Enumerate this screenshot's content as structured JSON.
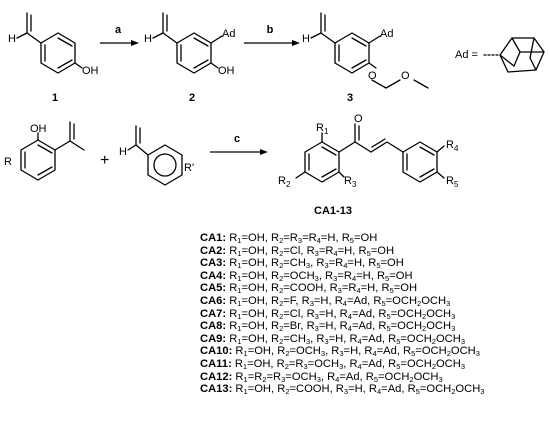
{
  "compounds": {
    "c1": "1",
    "c2": "2",
    "c3": "3",
    "product": "CA1-13",
    "ad_label": "Ad ="
  },
  "reagents": {
    "a": "a",
    "b": "b",
    "c": "c"
  },
  "atoms": {
    "H": "H",
    "OH": "OH",
    "O": "O",
    "Ad": "Ad",
    "R": "R",
    "Rprime": "R'",
    "plus": "+",
    "R1": "R1",
    "R2": "R2",
    "R3": "R3",
    "R4": "R4",
    "R5": "R5"
  },
  "list": [
    {
      "tag": "CA1:",
      "text": "R1=OH, R2=R3=R4=H, R5=OH"
    },
    {
      "tag": "CA2:",
      "text": "R1=OH, R2=Cl, R3=R4=H, R5=OH"
    },
    {
      "tag": "CA3:",
      "text": "R1=OH, R2=CH3, R3=R4=H, R5=OH"
    },
    {
      "tag": "CA4:",
      "text": "R1=OH, R2=OCH3, R3=R4=H, R5=OH"
    },
    {
      "tag": "CA5:",
      "text": "R1=OH, R2=COOH, R3=R4=H, R5=OH"
    },
    {
      "tag": "CA6:",
      "text": "R1=OH, R2=F, R3=H, R4=Ad, R5=OCH2OCH3"
    },
    {
      "tag": "CA7:",
      "text": "R1=OH, R2=Cl, R3=H, R4=Ad, R5=OCH2OCH3"
    },
    {
      "tag": "CA8:",
      "text": "R1=OH, R2=Br, R3=H, R4=Ad, R5=OCH2OCH3"
    },
    {
      "tag": "CA9:",
      "text": "R1=OH, R2=CH3, R3=H, R4=Ad, R5=OCH2OCH3"
    },
    {
      "tag": "CA10:",
      "text": "R1=OH, R2=OCH3, R3=H, R4=Ad, R5=OCH2OCH3"
    },
    {
      "tag": "CA11:",
      "text": "R1=OH, R2=R3=OCH3, R4=Ad, R5=OCH2OCH3"
    },
    {
      "tag": "CA12:",
      "text": "R1=R2=R3=OCH3, R4=Ad, R5=OCH2OCH3"
    },
    {
      "tag": "CA13:",
      "text": "R1=OH, R2=COOH, R3=H, R4=Ad, R5=OCH2OCH3"
    }
  ]
}
